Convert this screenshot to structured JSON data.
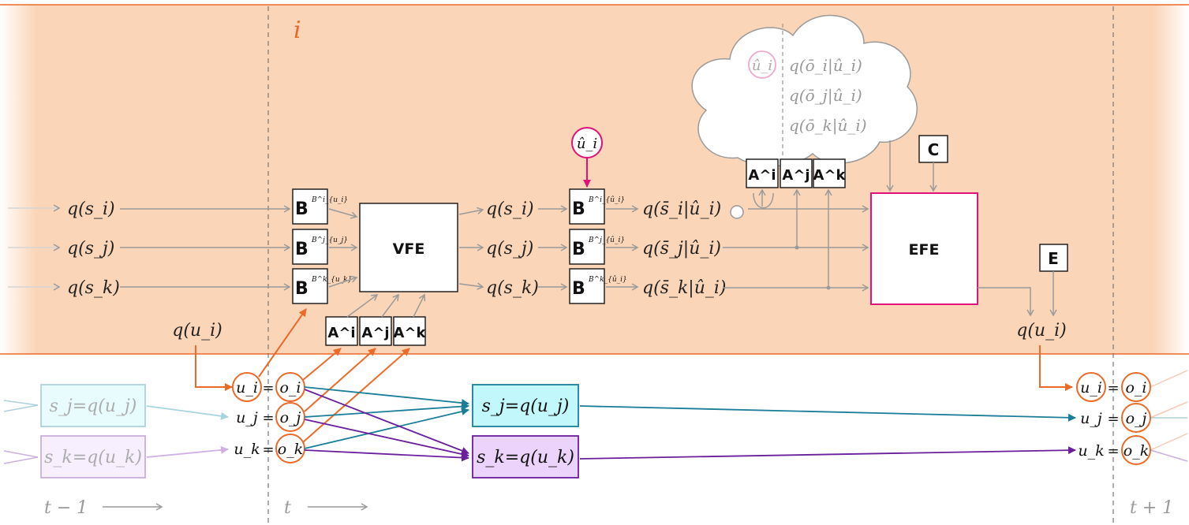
{
  "colors": {
    "band": "#fbd5b8",
    "orange": "#ec6a28",
    "magenta": "#e0137a",
    "teal": "#1a7d9a",
    "purple": "#6a1f9c",
    "grey": "#9a9a9a",
    "cyan_fill": "#c2f8fb",
    "lilac_fill": "#ebd3fb"
  },
  "agent_label": "i",
  "left_beliefs": [
    "q(s_i)",
    "q(s_j)",
    "q(s_k)"
  ],
  "b_blocks_left": [
    "B^i_{u_i}",
    "B^j_{u_j}",
    "B^k_{u_k}"
  ],
  "a_blocks_bottom": [
    "A^i",
    "A^j",
    "A^k"
  ],
  "vfe_label": "VFE",
  "mid_beliefs": [
    "q(s_i)",
    "q(s_j)",
    "q(s_k)"
  ],
  "b_blocks_mid": [
    "B^i_{û_i}",
    "B^j_{û_i}",
    "B^k_{û_i}"
  ],
  "u_hat": "û_i",
  "predicted_states": [
    "q(s̄_i|û_i)",
    "q(s̄_j|û_i)",
    "q(s̄_k|û_i)"
  ],
  "cloud": {
    "u_hat": "û_i",
    "predicted_obs": [
      "q(ō_i|û_i)",
      "q(ō_j|û_i)",
      "q(ō_k|û_i)"
    ]
  },
  "a_blocks_top": [
    "A^i",
    "A^j",
    "A^k"
  ],
  "c_label": "C",
  "efe_label": "EFE",
  "e_label": "E",
  "q_u_left": "q(u_i)",
  "q_u_right": "q(u_i)",
  "obs_nodes": [
    "o_i",
    "o_j",
    "o_k"
  ],
  "action_labels": [
    "u_i",
    "u_j",
    "u_k"
  ],
  "state_boxes": [
    "s_j=q(u_j)",
    "s_k=q(u_k)"
  ],
  "time_labels": [
    "t − 1",
    "t",
    "t + 1"
  ]
}
